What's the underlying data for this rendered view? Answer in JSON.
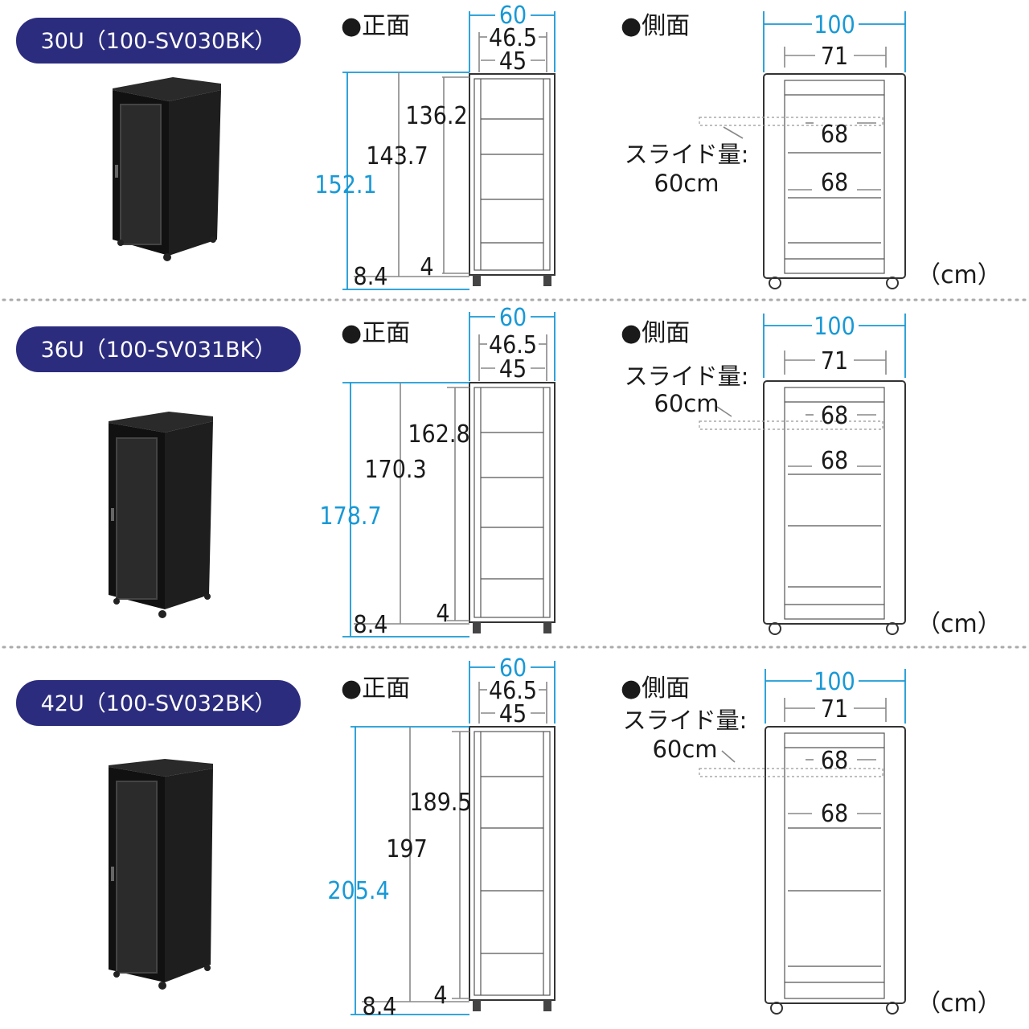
{
  "models": [
    {
      "label": "30U（100-SV030BK）",
      "front_label": "●正面",
      "side_label": "●側面",
      "front": {
        "width": "60",
        "inner1": "46.5",
        "inner2": "45",
        "total_height": "152.1",
        "frame_height": "143.7",
        "mount_height": "136.2",
        "base": "8.4",
        "foot": "4"
      },
      "side": {
        "depth": "100",
        "inner": "71",
        "rail1": "68",
        "rail2": "68"
      },
      "slide_label": "スライド量:",
      "slide_value": "60cm",
      "unit": "（cm）"
    },
    {
      "label": "36U（100-SV031BK）",
      "front_label": "●正面",
      "side_label": "●側面",
      "front": {
        "width": "60",
        "inner1": "46.5",
        "inner2": "45",
        "total_height": "178.7",
        "frame_height": "170.3",
        "mount_height": "162.8",
        "base": "8.4",
        "foot": "4"
      },
      "side": {
        "depth": "100",
        "inner": "71",
        "rail1": "68",
        "rail2": "68"
      },
      "slide_label": "スライド量:",
      "slide_value": "60cm",
      "unit": "（cm）"
    },
    {
      "label": "42U（100-SV032BK）",
      "front_label": "●正面",
      "side_label": "●側面",
      "front": {
        "width": "60",
        "inner1": "46.5",
        "inner2": "45",
        "total_height": "205.4",
        "frame_height": "197",
        "mount_height": "189.5",
        "base": "8.4",
        "foot": "4"
      },
      "side": {
        "depth": "100",
        "inner": "71",
        "rail1": "68",
        "rail2": "68"
      },
      "slide_label": "スライド量:",
      "slide_value": "60cm",
      "unit": "（cm）"
    }
  ],
  "colors": {
    "badge": "#2c2c7e",
    "accent_dimension": "#1899d6",
    "cabinet": "#1c1c1c"
  }
}
